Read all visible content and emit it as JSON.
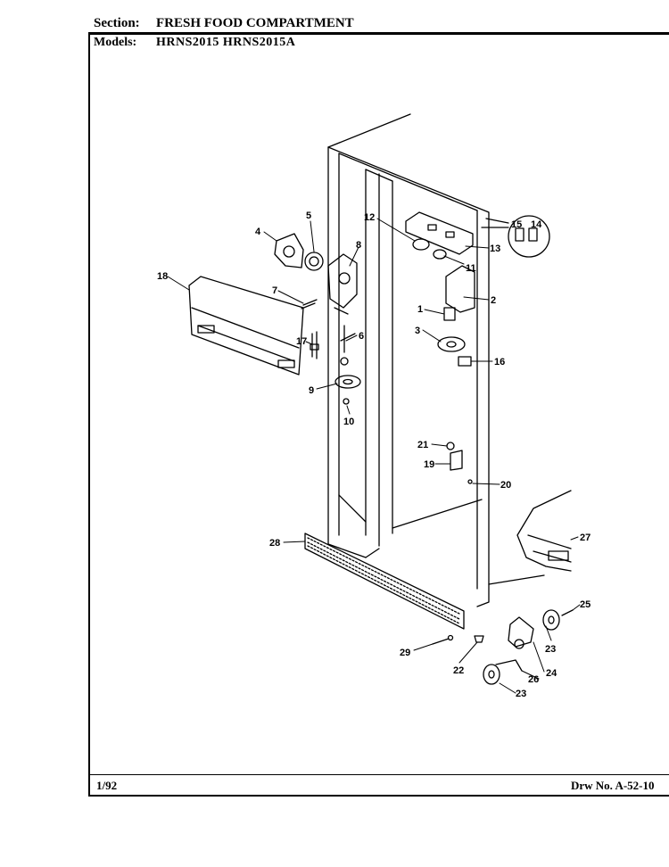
{
  "header": {
    "section_label": "Section:",
    "section_value": "FRESH FOOD COMPARTMENT",
    "models_label": "Models:",
    "models_value": "HRNS2015  HRNS2015A"
  },
  "footer": {
    "date": "1/92",
    "drawing_number": "Drw No. A-52-10"
  },
  "callouts": {
    "c1": "1",
    "c2": "2",
    "c3": "3",
    "c4": "4",
    "c5": "5",
    "c6": "6",
    "c7": "7",
    "c8": "8",
    "c9": "9",
    "c10": "10",
    "c11": "11",
    "c12": "12",
    "c13": "13",
    "c14": "14",
    "c15": "15",
    "c16": "16",
    "c17": "17",
    "c18": "18",
    "c19": "19",
    "c20": "20",
    "c21": "21",
    "c22": "22",
    "c23a": "23",
    "c23b": "23",
    "c24": "24",
    "c25": "25",
    "c26": "26",
    "c27": "27",
    "c28": "28",
    "c29": "29"
  }
}
